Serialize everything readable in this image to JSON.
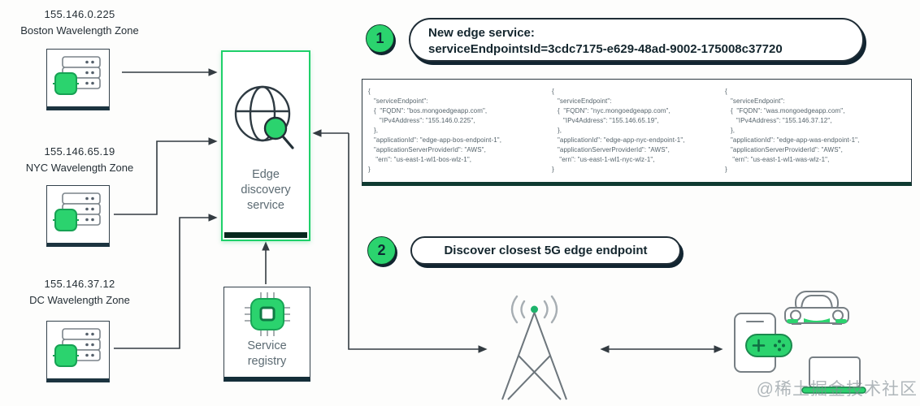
{
  "zones": [
    {
      "ip": "155.146.0.225",
      "name": "Boston Wavelength Zone"
    },
    {
      "ip": "155.146.65.19",
      "name": "NYC Wavelength Zone"
    },
    {
      "ip": "155.146.37.12",
      "name": "DC Wavelength Zone"
    }
  ],
  "edge_service": {
    "label_line1": "Edge",
    "label_line2": "discovery",
    "label_line3": "service"
  },
  "registry": {
    "label_line1": "Service",
    "label_line2": "registry"
  },
  "steps": [
    {
      "number": "1",
      "line1": "New edge service:",
      "line2": "serviceEndpointsId=3cdc7175-e629-48ad-9002-175008c37720"
    },
    {
      "number": "2",
      "text": "Discover closest 5G edge endpoint"
    }
  ],
  "code_snippets": [
    {
      "code": "{\n   \"serviceEndpoint\":\n   {  \"FQDN\": \"bos.mongoedgeapp.com\",\n      \"IPv4Address\": \"155.146.0.225\",\n   },\n   \"applicationId\": \"edge-app-bos-endpoint-1\",\n   \"applicationServerProviderId\": \"AWS\",\n    \"ern\": \"us-east-1-wl1-bos-wlz-1\",\n}"
    },
    {
      "code": "{\n   \"serviceEndpoint\":\n   {  \"FQDN\": \"nyc.mongoedgeapp.com\",\n      \"IPv4Address\": \"155.146.65.19\",\n   },\n   \"applicationId\": \"edge-app-nyc-endpoint-1\",\n   \"applicationServerProviderId\": \"AWS\",\n    \"ern\": \"us-east-1-wl1-nyc-wlz-1\",\n}"
    },
    {
      "code": "{\n   \"serviceEndpoint\":\n   {  \"FQDN\": \"was.mongoedgeapp.com\",\n      \"IPv4Address\": \"155.146.37.12\",\n   },\n   \"applicationId\": \"edge-app-was-endpoint-1\",\n   \"applicationServerProviderId\": \"AWS\",\n    \"ern\": \"us-east-1-wl1-was-wlz-1\",\n}"
    }
  ],
  "watermark": "@稀土掘金技术社区",
  "colors": {
    "accent_green": "#2bd36e",
    "dark_navy": "#112430",
    "box_border": "#33414b",
    "code_text": "#55636b",
    "muted_label": "#5c6b73"
  }
}
